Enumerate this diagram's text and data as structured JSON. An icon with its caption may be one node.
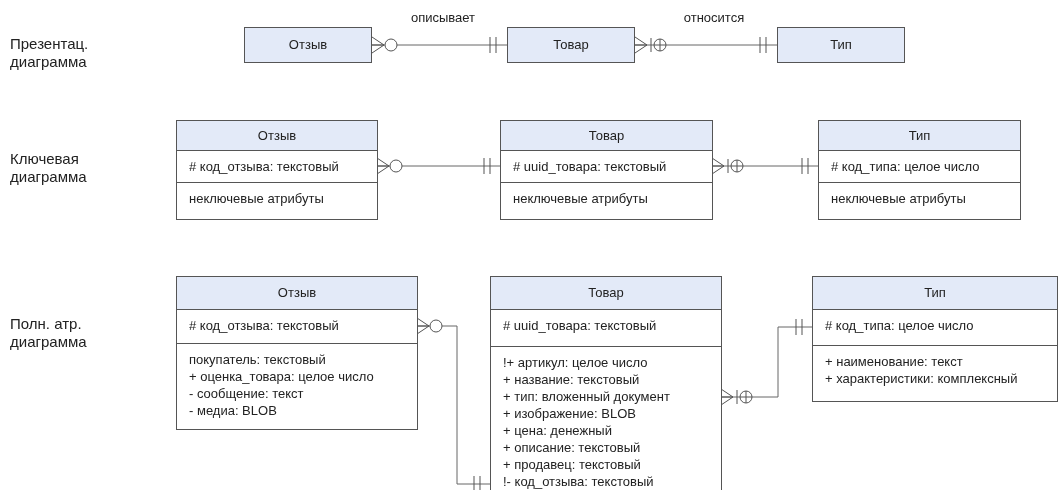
{
  "diagram": {
    "nodes": [
      {
        "text": [
          "Отзыв"
        ]
      },
      {
        "text": [
          "Товар"
        ]
      },
      {
        "text": [
          "Тип"
        ]
      },
      {
        "text": [
          "Отзыв"
        ]
      },
      {
        "text": [
          "# код_отзыва: текстовый"
        ],
        "in": 3
      },
      {
        "text": [
          "неключевые атрибуты"
        ],
        "in": 3
      },
      {
        "text": [
          "Товар"
        ]
      },
      {
        "text": [
          "# uuid_товара: текстовый"
        ],
        "in": 6
      },
      {
        "text": [
          "неключевые атрибуты"
        ],
        "in": 6
      },
      {
        "text": [
          "Тип"
        ]
      },
      {
        "text": [
          "# код_типа: целое число"
        ],
        "in": 9
      },
      {
        "text": [
          "неключевые атрибуты"
        ],
        "in": 9
      },
      {
        "text": [
          "Отзыв"
        ]
      },
      {
        "text": [
          "# код_отзыва: текстовый"
        ],
        "in": 12
      },
      {
        "text": [
          "покупатель: текстовый",
          "+ оценка_товара: целое число",
          "- сообщение: текст",
          "- медиа: BLOB"
        ],
        "in": 12
      },
      {
        "text": [
          "Товар"
        ]
      },
      {
        "text": [
          "# uuid_товара: текстовый"
        ],
        "in": 15
      },
      {
        "text": [
          "!+ артикул: целое число",
          "+ название: текстовый",
          "+ тип: вложенный документ",
          "+ изображение: BLOB",
          "+ цена: денежный",
          "+ описание: текстовый",
          "+ продавец: текстовый",
          "!- код_отзыва: текстовый"
        ],
        "in": 15
      },
      {
        "text": [
          "Тип"
        ]
      },
      {
        "text": [
          "# код_типа: целое число"
        ],
        "in": 18
      },
      {
        "text": [
          "+ наименование: текст",
          "+ характеристики: комплексный"
        ],
        "in": 18
      }
    ],
    "edges": [
      {
        "from": 0,
        "to": 1,
        "arrow": "other",
        "label": "описывает"
      },
      {
        "from": 1,
        "to": 2,
        "arrow": "other",
        "label": "относится"
      },
      {
        "from": 4,
        "to": 7,
        "arrow": "other"
      },
      {
        "from": 7,
        "to": 10,
        "arrow": "other"
      },
      {
        "from": 13,
        "to": 17,
        "arrow": "other"
      },
      {
        "from": 17,
        "to": 19,
        "arrow": "other"
      }
    ],
    "labels": [
      "Презентац. диаграмма",
      "Ключевая диаграмма",
      "Полн. атр. диаграмма"
    ]
  }
}
